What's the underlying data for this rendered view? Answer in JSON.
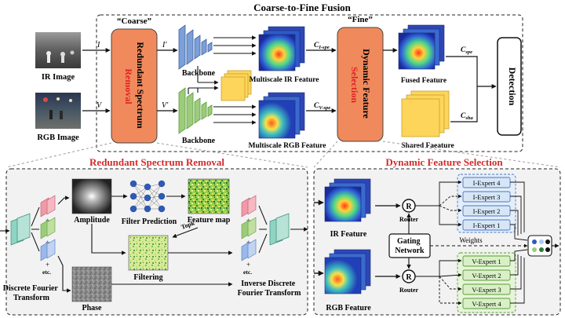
{
  "title": "Coarse-to-Fine Fusion",
  "top": {
    "ir_image_label": "IR Image",
    "rgb_image_label": "RGB Image",
    "coarse_label": "“Coarse”",
    "fine_label": "“Fine”",
    "rsr_line1": "Redundant Spectrum",
    "rsr_line2": "Removal",
    "dfs_line1": "Dynamic Feature",
    "dfs_line2": "Selection",
    "var_i": "I",
    "var_v": "V",
    "var_i_prime": "I′",
    "var_v_prime": "V′",
    "backbone_ir": "Backbone",
    "backbone_rgb": "Backbone",
    "c_i": "C",
    "c_i_sub": "I-spe",
    "c_v": "C",
    "c_v_sub": "V-spe",
    "c_spe": "C",
    "c_spe_sub": "spe",
    "c_sha": "C",
    "c_sha_sub": "sha",
    "multiscale_ir": "Multiscale IR Feature",
    "multiscale_rgb": "Multiscale RGB Feature",
    "fused_feature": "Fused Feature",
    "shared_feature": "Shared Faeature",
    "detection": "Detection"
  },
  "rsr": {
    "title": "Redundant Spectrum Removal",
    "amplitude": "Amplitude",
    "filter_prediction": "Filter Prediction",
    "feature_map": "Feature map",
    "topk": "Topk",
    "filtering": "Filtering",
    "phase": "Phase",
    "dft_line1": "Discrete Fourier",
    "dft_line2": "Transform",
    "idft_line1": "Inverse Discrete",
    "idft_line2": "Fourier Transform",
    "plus": "+",
    "etc": "etc."
  },
  "dfs": {
    "title": "Dynamic Feature Selection",
    "ir_feature": "IR Feature",
    "rgb_feature": "RGB Feature",
    "router_symbol": "R",
    "router_label": "Router",
    "gating_line1": "Gating",
    "gating_line2": "Network",
    "weights": "Weights",
    "i_experts": [
      "I-Expert 4",
      "I-Expert 3",
      "I-Expert 2",
      "I-Expert 1"
    ],
    "v_experts": [
      "V-Expert 1",
      "V-Expert 2",
      "V-Expert 3",
      "V-Expert 4"
    ]
  },
  "colors": {
    "rsr_box": "#f08a5d",
    "dfs_box": "#f08a5d",
    "removal_text": "#e02020",
    "section_title": "#d42a2a",
    "backbone_ir": "#7b9fd8",
    "backbone_rgb": "#9ccc7a",
    "shared_feature": "#fcd55a",
    "i_expert_fill": "#d7e6f7",
    "i_expert_stroke": "#4a76c0",
    "v_expert_fill": "#d9f0c7",
    "v_expert_stroke": "#5c9a3a",
    "panel_fill": "#f2f2f2"
  }
}
